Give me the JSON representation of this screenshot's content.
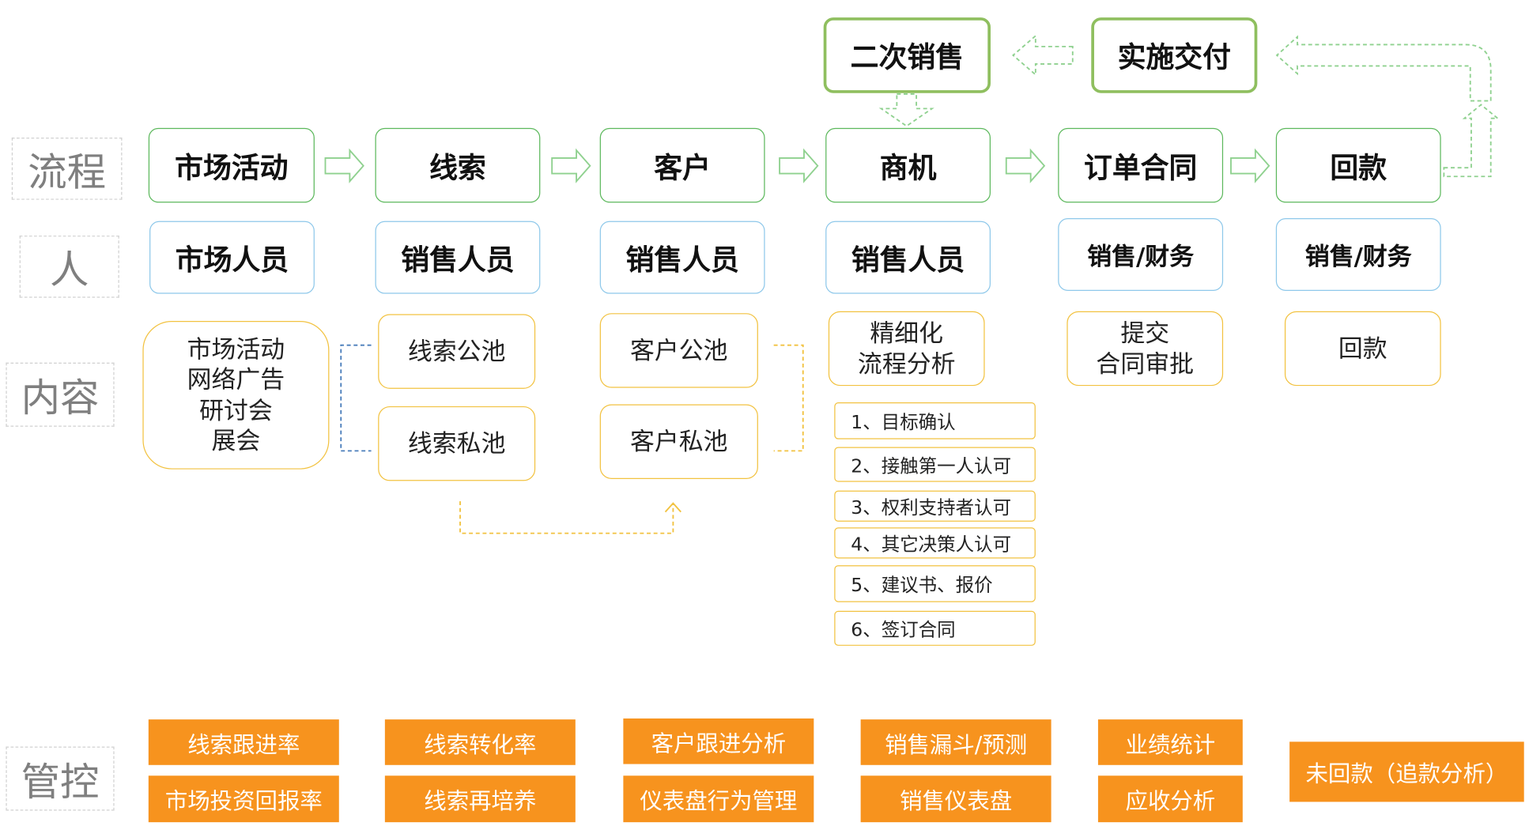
{
  "row_labels": {
    "process": "流程",
    "people": "人",
    "content": "内容",
    "control": "管控"
  },
  "top": {
    "second_sale": "二次销售",
    "delivery": "实施交付"
  },
  "process": [
    "市场活动",
    "线索",
    "客户",
    "商机",
    "订单合同",
    "回款"
  ],
  "people": [
    "市场人员",
    "销售人员",
    "销售人员",
    "销售人员",
    "销售/财务",
    "销售/财务"
  ],
  "content": {
    "marketing": [
      "市场活动",
      "网络广告",
      "研讨会",
      "展会"
    ],
    "lead_public": "线索公池",
    "lead_private": "线索私池",
    "customer_public": "客户公池",
    "customer_private": "客户私池",
    "opportunity": [
      "精细化",
      "流程分析"
    ],
    "contract": [
      "提交",
      "合同审批"
    ],
    "payment": "回款",
    "steps": [
      "1、目标确认",
      "2、接触第一人认可",
      "3、权利支持者认可",
      "4、其它决策人认可",
      "5、建议书、报价",
      "6、签订合同"
    ]
  },
  "control": {
    "col1": [
      "线索跟进率",
      "市场投资回报率"
    ],
    "col2": [
      "线索转化率",
      "线索再培养"
    ],
    "col3": [
      "客户跟进分析",
      "仪表盘行为管理"
    ],
    "col4": [
      "销售漏斗/预测",
      "销售仪表盘"
    ],
    "col5": [
      "业绩统计",
      "应收分析"
    ],
    "col6": "未回款（追款分析）"
  },
  "colors": {
    "process_border": "#5cb85c",
    "people_border": "#8ec8ea",
    "content_border": "#f2c240",
    "control_fill": "#f7931e",
    "arrow_green": "#8fd18f",
    "dashed_blue": "#4a7ebb",
    "dashed_yellow": "#f2c240"
  }
}
